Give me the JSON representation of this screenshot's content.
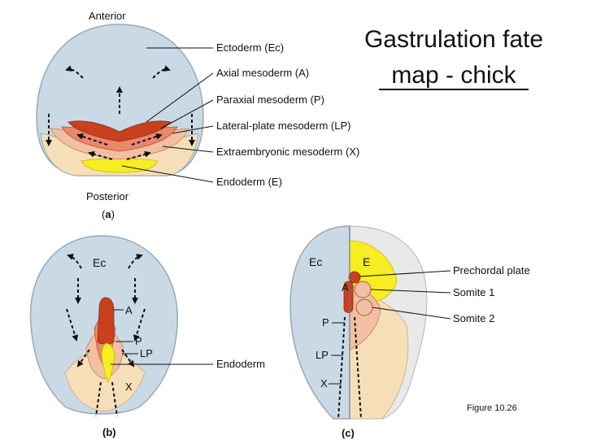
{
  "title": {
    "line1": "Gastrulation  fate",
    "line2": "map - chick"
  },
  "panel_a": {
    "anterior": "Anterior",
    "posterior": "Posterior",
    "letter_open": "(",
    "letter": "a",
    "letter_close": ")",
    "labels": [
      "Ectoderm (Ec)",
      "Axial mesoderm (A)",
      "Paraxial mesoderm (P)",
      "Lateral-plate mesoderm (LP)",
      "Extraembryonic mesoderm (X)",
      "Endoderm (E)"
    ]
  },
  "panel_b": {
    "letter": "(b)",
    "ec": "Ec",
    "a": "A",
    "p": "P",
    "lp": "LP",
    "x": "X",
    "endoderm": "Endoderm"
  },
  "panel_c": {
    "letter": "(c)",
    "ec": "Ec",
    "e": "E",
    "a": "A",
    "p": "P",
    "lp": "LP",
    "x": "X",
    "prechordal": "Prechordal plate",
    "somite1": "Somite 1",
    "somite2": "Somite 2",
    "figure": "Figure 10.26"
  },
  "colors": {
    "ectoderm": "#c9d9e6",
    "axial": "#c8401e",
    "paraxial": "#e9896a",
    "lateral": "#f2bfa3",
    "extraembryonic": "#f6dfb8",
    "endoderm": "#f6ee22",
    "outline": "#9aa9b4"
  }
}
